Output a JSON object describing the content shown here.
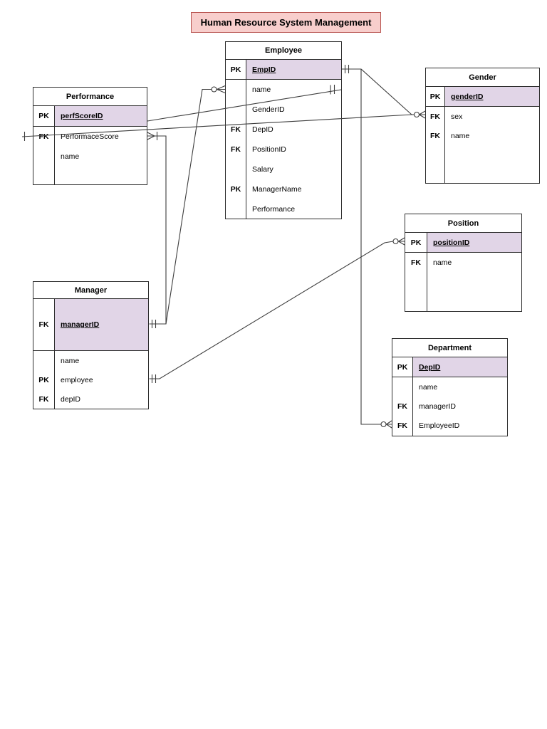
{
  "title_box": {
    "label": "Human Resource System Management"
  },
  "colors": {
    "title_fill": "#f8cecc",
    "title_border": "#b85450",
    "pk_row_fill": "#e1d5e7",
    "entity_border": "#2e2e2e",
    "line": "#3d3d3d",
    "background": "#ffffff"
  },
  "entities": [
    {
      "id": "employee",
      "name": "Employee",
      "rows": [
        {
          "key": "PK",
          "label": "EmpID",
          "pk": true
        },
        {
          "key": "",
          "label": "name"
        },
        {
          "key": "",
          "label": "GenderID"
        },
        {
          "key": "FK",
          "label": "DepID"
        },
        {
          "key": "FK",
          "label": "PositionID"
        },
        {
          "key": "",
          "label": "Salary"
        },
        {
          "key": "PK",
          "label": "ManagerName"
        },
        {
          "key": "",
          "label": "Performance"
        }
      ]
    },
    {
      "id": "performance",
      "name": "Performance",
      "rows": [
        {
          "key": "PK",
          "label": "perfScoreID",
          "pk": true
        },
        {
          "key": "FK",
          "label": "PerformaceScore"
        },
        {
          "key": "",
          "label": "name"
        }
      ]
    },
    {
      "id": "gender",
      "name": "Gender",
      "rows": [
        {
          "key": "PK",
          "label": "genderID",
          "pk": true
        },
        {
          "key": "FK",
          "label": "sex"
        },
        {
          "key": "FK",
          "label": "name"
        }
      ]
    },
    {
      "id": "position",
      "name": "Position",
      "rows": [
        {
          "key": "PK",
          "label": "positionID",
          "pk": true
        },
        {
          "key": "FK",
          "label": "name"
        }
      ]
    },
    {
      "id": "manager",
      "name": "Manager",
      "rows": [
        {
          "key": "FK",
          "label": "managerID",
          "pk": true
        },
        {
          "key": "",
          "label": "name"
        },
        {
          "key": "PK",
          "label": "employee"
        },
        {
          "key": "FK",
          "label": "depID"
        }
      ]
    },
    {
      "id": "department",
      "name": "Department",
      "rows": [
        {
          "key": "PK",
          "label": "DepID",
          "pk": true
        },
        {
          "key": "",
          "label": "name"
        },
        {
          "key": "FK",
          "label": "managerID"
        },
        {
          "key": "FK",
          "label": "EmployeeID"
        }
      ]
    }
  ],
  "relationships": [
    {
      "from": "Employee.EmpID",
      "to": "Gender.sex",
      "from_end": "one-and-only-one",
      "to_end": "zero-or-many"
    },
    {
      "from": "Employee.EmpID",
      "to": "Department.EmployeeID",
      "from_end": "one-and-only-one",
      "to_end": "zero-or-many"
    },
    {
      "from": "Performance.perfScoreID",
      "to": "Employee.name",
      "from_end": "plain",
      "to_end": "one-and-only-one"
    },
    {
      "from": "Performance.PerformaceScore",
      "to": "Gender.sex",
      "from_end": "one",
      "to_end": "zero-or-many"
    },
    {
      "from": "Manager.managerID",
      "to": "Performance.PerformaceScore",
      "from_end": "one-and-only-one",
      "to_end": "one-or-many"
    },
    {
      "from": "Manager.managerID",
      "to": "Employee.name",
      "from_end": "one-and-only-one",
      "to_end": "zero-or-many"
    },
    {
      "from": "Manager.employee",
      "to": "Position.positionID",
      "from_end": "one-and-only-one",
      "to_end": "zero-or-many"
    }
  ]
}
